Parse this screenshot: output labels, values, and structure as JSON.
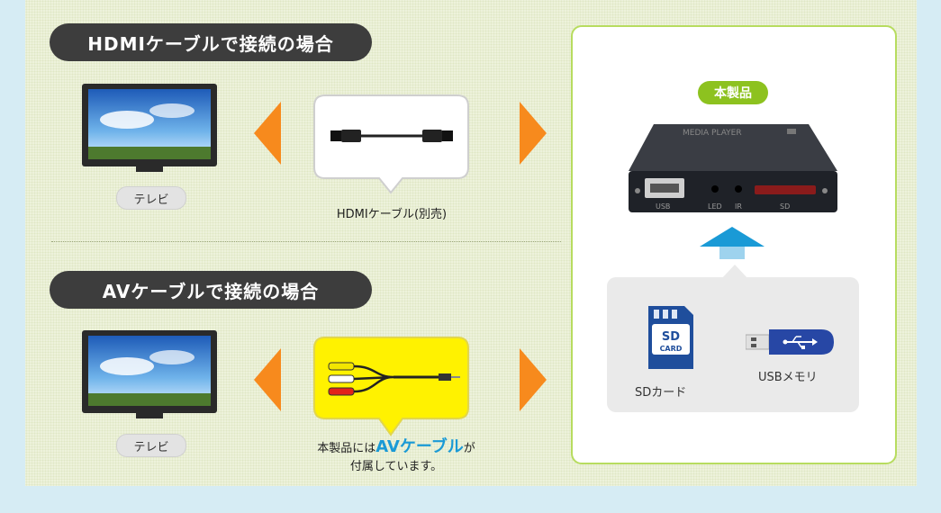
{
  "hdmi_section": {
    "title": "HDMIケーブルで接続の場合",
    "tv_label": "テレビ",
    "cable_caption": "HDMIケーブル(別売)"
  },
  "av_section": {
    "title": "AVケーブルで接続の場合",
    "tv_label": "テレビ",
    "caption_pre": "本製品には",
    "caption_highlight": "AVケーブル",
    "caption_post": "が",
    "caption_line2": "付属しています。"
  },
  "product": {
    "badge": "本製品",
    "brand_text": "MEDIA PLAYER",
    "port_usb": "USB",
    "port_led": "LED",
    "port_ir": "IR",
    "port_sd": "SD"
  },
  "media": {
    "sd_label": "SDカード",
    "sd_card_text_top": "SD",
    "sd_card_text_bottom": "CARD",
    "usb_label": "USBメモリ"
  },
  "colors": {
    "arrow_orange": "#f78a1d",
    "arrow_blue": "#1a9ad6",
    "badge_green": "#8dc21f",
    "highlight_blue": "#1a9ad6",
    "av_bubble": "#fff200"
  }
}
